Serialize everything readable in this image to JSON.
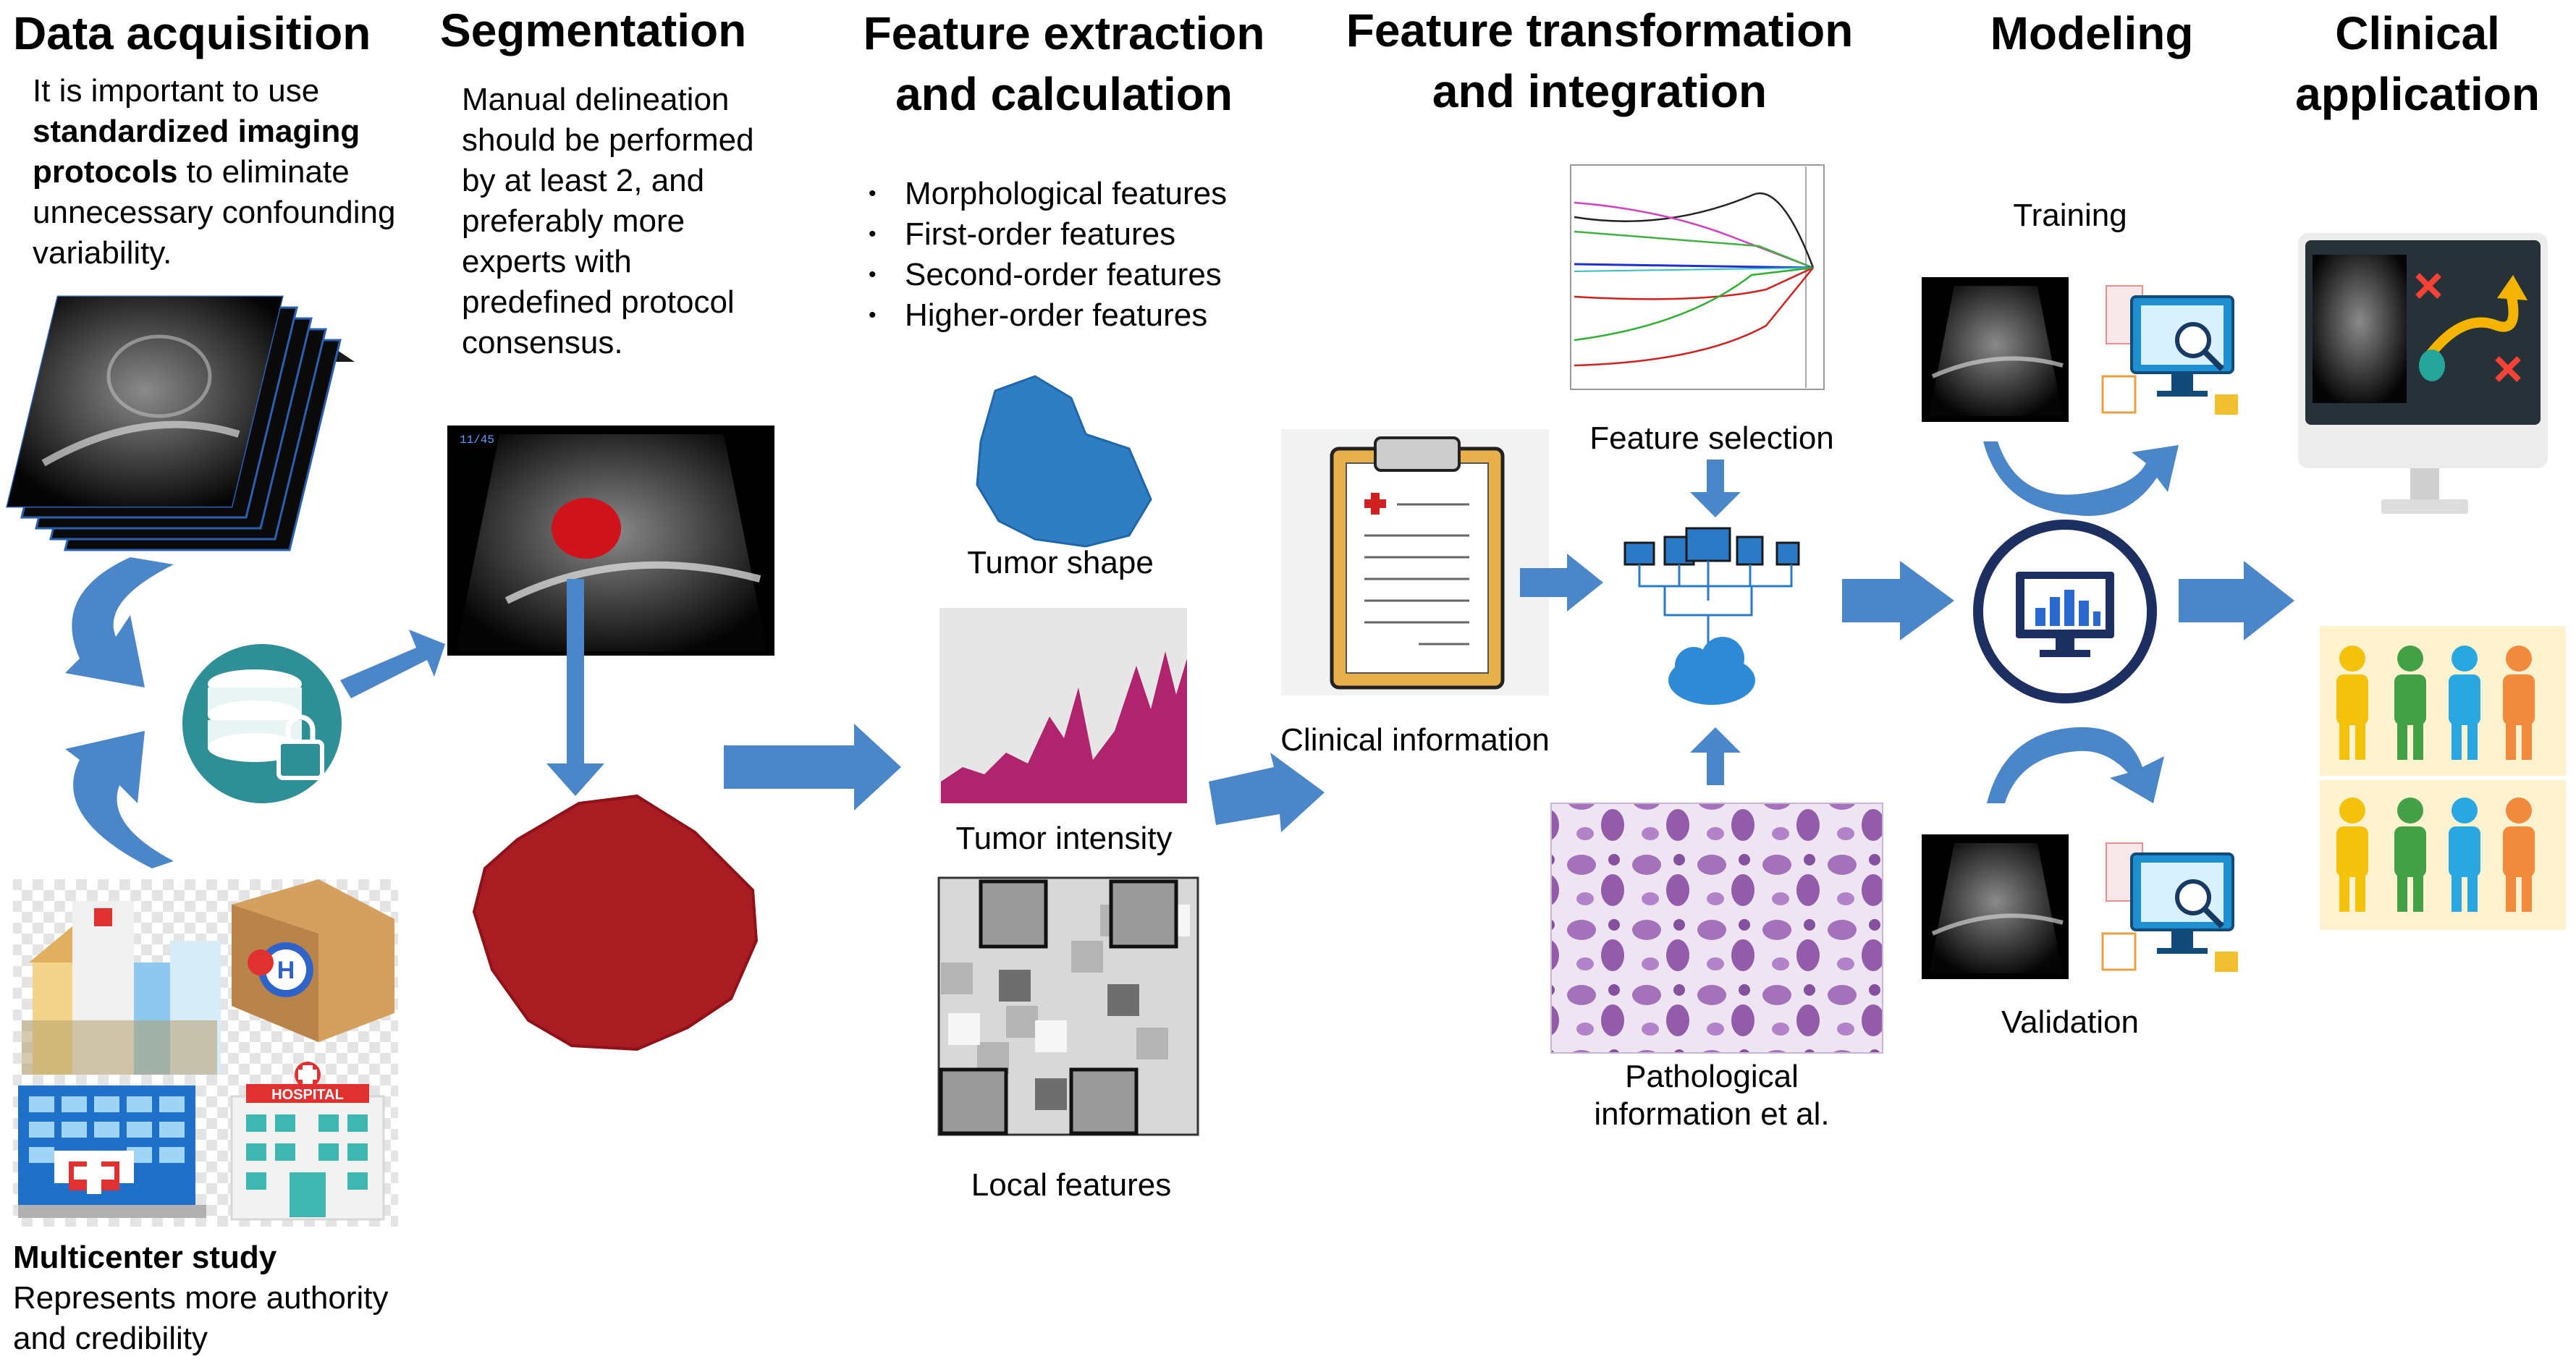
{
  "steps": {
    "data_acquisition": {
      "title": "Data acquisition",
      "desc_1": "It is important to use",
      "desc_2_bold": "standardized imaging",
      "desc_3_bold": "protocols",
      "desc_3_rest": " to eliminate",
      "desc_4": "unnecessary confounding",
      "desc_5": "variability.",
      "multicenter_title": "Multicenter study",
      "multicenter_1": "Represents more authority",
      "multicenter_2": "and credibility"
    },
    "segmentation": {
      "title": "Segmentation",
      "desc": [
        "Manual delineation",
        "should be performed",
        "by at least 2, and",
        "preferably more",
        "experts with",
        "predefined protocol",
        "consensus."
      ]
    },
    "feature_extraction": {
      "title_1": "Feature extraction",
      "title_2": "and calculation",
      "bullets": [
        "Morphological features",
        "First-order features",
        "Second-order features",
        "Higher-order features"
      ],
      "tumor_shape": "Tumor shape",
      "tumor_intensity": "Tumor intensity",
      "local_features": "Local features"
    },
    "feature_transformation": {
      "title_1": "Feature transformation",
      "title_2": "and integration",
      "feature_selection": "Feature selection",
      "clinical_information": "Clinical information",
      "pathological_1": "Pathological",
      "pathological_2": "information et al."
    },
    "modeling": {
      "title": "Modeling",
      "training": "Training",
      "validation": "Validation"
    },
    "clinical_application": {
      "title_1": "Clinical",
      "title_2": "application"
    }
  },
  "hospital_sign": "HOSPITAL",
  "colors": {
    "arrow_blue": "#4a86c8",
    "tumor_red": "#a81c22",
    "tumor_blue": "#2f7ec3",
    "intensity_magenta": "#b0246e",
    "monitor_navy": "#1d2e60"
  },
  "icons": [
    "database-lock-icon",
    "hospital-icon",
    "clipboard-icon",
    "network-cloud-icon",
    "chart-monitor-icon",
    "dashboard-icon",
    "people-icon",
    "strategy-monitor-icon"
  ]
}
